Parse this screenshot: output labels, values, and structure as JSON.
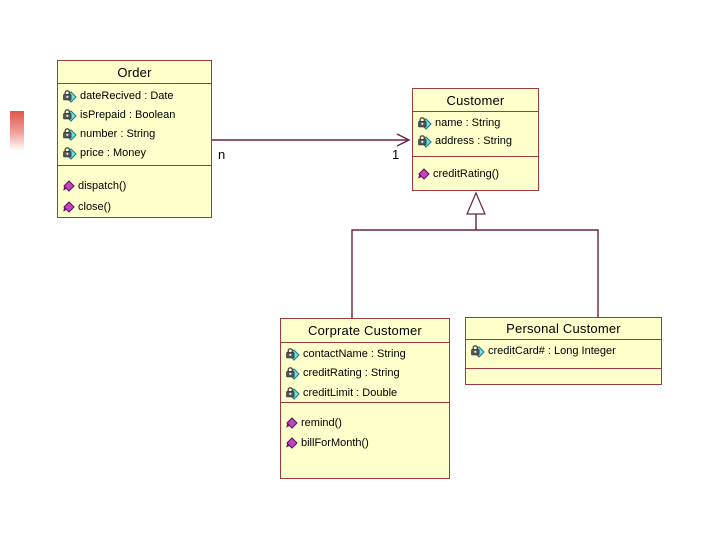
{
  "slide": {
    "background": "#ffffff",
    "accent_bar": {
      "top_color": "#e0564e",
      "bottom_color": "#ffffff"
    }
  },
  "colors": {
    "box_fill": "#ffffcc",
    "box_border": "#9d3b42",
    "line_color": "#6d2045",
    "attr_icon_fill": "#72e2e8",
    "attr_icon_stroke": "#0d7e7e",
    "op_icon_fill": "#c145c1",
    "op_icon_stroke": "#5c0f5c",
    "text_color": "#000000",
    "accent_top": "#e0564e",
    "accent_bottom": "#ffffff"
  },
  "diagram": {
    "type": "uml-class-diagram",
    "classes": [
      {
        "name": "Order",
        "attributes": [
          "dateRecived : Date",
          "isPrepaid : Boolean",
          "number : String",
          "price : Money"
        ],
        "operations": [
          "dispatch()",
          "close()"
        ]
      },
      {
        "name": "Customer",
        "attributes": [
          "name : String",
          "address : String"
        ],
        "operations": [
          "creditRating()"
        ]
      },
      {
        "name": "Corprate Customer",
        "attributes": [
          "contactName : String",
          "creditRating : String",
          "creditLimit : Double"
        ],
        "operations": [
          "remind()",
          "billForMonth()"
        ]
      },
      {
        "name": "Personal Customer",
        "attributes": [
          "creditCard# : Long Integer"
        ],
        "operations": []
      }
    ],
    "relationships": [
      {
        "type": "association",
        "from": "Order",
        "to": "Customer",
        "from_multiplicity": "n",
        "to_multiplicity": "1"
      },
      {
        "type": "generalization",
        "parent": "Customer",
        "children": [
          "Corprate Customer",
          "Personal Customer"
        ]
      }
    ]
  }
}
